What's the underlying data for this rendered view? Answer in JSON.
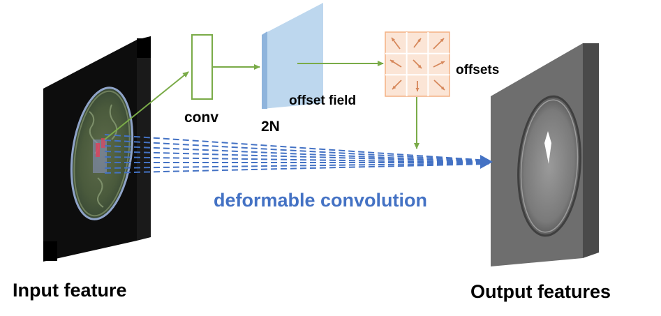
{
  "labels": {
    "conv": "conv",
    "two_n": "2N",
    "offset_field": "offset field",
    "offsets": "offsets",
    "deformable_convolution": "deformable convolution",
    "input_feature": "Input feature",
    "output_features": "Output features"
  },
  "colors": {
    "green_arrow": "#7aab48",
    "blue_dashed": "#4472c4",
    "offset_field_fill": "#bdd7ee",
    "offsets_fill": "#fbe5d6",
    "offsets_arrow": "#d6875a",
    "label_text": "#000000",
    "deformable_text": "#4472c4"
  },
  "icons": {
    "offset_grid_arrows": [
      "arrow-up-left",
      "arrow-up-right",
      "arrow-up-right",
      "arrow-left",
      "arrow-down-right",
      "arrow-right",
      "arrow-down-left",
      "arrow-down",
      "arrow-down-right"
    ]
  }
}
